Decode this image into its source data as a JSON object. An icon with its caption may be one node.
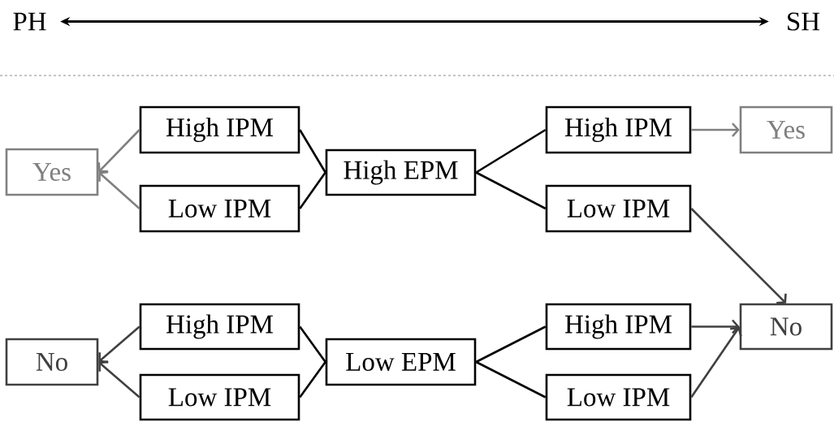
{
  "diagram": {
    "nodes": [
      {
        "text": [
          "PH"
        ]
      },
      {
        "text": [
          "SH"
        ]
      },
      {
        "text": [
          "High IPM"
        ]
      },
      {
        "text": [
          "Yes"
        ]
      },
      {
        "text": [
          "High EPM"
        ]
      },
      {
        "text": [
          "High IPM"
        ]
      },
      {
        "text": [
          "Yes"
        ]
      },
      {
        "text": [
          "Low IPM"
        ]
      },
      {
        "text": [
          "Low IPM"
        ]
      },
      {
        "text": [
          "No"
        ]
      },
      {
        "text": [
          "High IPM"
        ]
      },
      {
        "text": [
          "High IPM"
        ]
      },
      {
        "text": [
          "No"
        ]
      },
      {
        "text": [
          "Low EPM"
        ]
      },
      {
        "text": [
          "Low IPM"
        ]
      },
      {
        "text": [
          "Low IPM"
        ]
      }
    ],
    "edges": [
      {
        "from": 0,
        "to": 1,
        "arrow": "both"
      },
      {
        "from": 4,
        "to": 2,
        "arrow": "none"
      },
      {
        "from": 4,
        "to": 7,
        "arrow": "none"
      },
      {
        "from": 4,
        "to": 5,
        "arrow": "none"
      },
      {
        "from": 4,
        "to": 8,
        "arrow": "none"
      },
      {
        "from": 2,
        "to": 3,
        "arrow": "to",
        "color": "#808080"
      },
      {
        "from": 7,
        "to": 3,
        "arrow": "to",
        "color": "#808080"
      },
      {
        "from": 5,
        "to": 6,
        "arrow": "to",
        "color": "#808080"
      },
      {
        "from": 8,
        "to": 9,
        "arrow": "to",
        "color": "#404040"
      },
      {
        "from": 13,
        "to": 10,
        "arrow": "none"
      },
      {
        "from": 13,
        "to": 14,
        "arrow": "none"
      },
      {
        "from": 13,
        "to": 11,
        "arrow": "none"
      },
      {
        "from": 13,
        "to": 15,
        "arrow": "none"
      },
      {
        "from": 10,
        "to": 12,
        "arrow": "to",
        "color": "#404040"
      },
      {
        "from": 14,
        "to": 12,
        "arrow": "to",
        "color": "#404040"
      },
      {
        "from": 11,
        "to": 9,
        "arrow": "to",
        "color": "#404040"
      },
      {
        "from": 15,
        "to": 9,
        "arrow": "to",
        "color": "#404040"
      }
    ]
  }
}
